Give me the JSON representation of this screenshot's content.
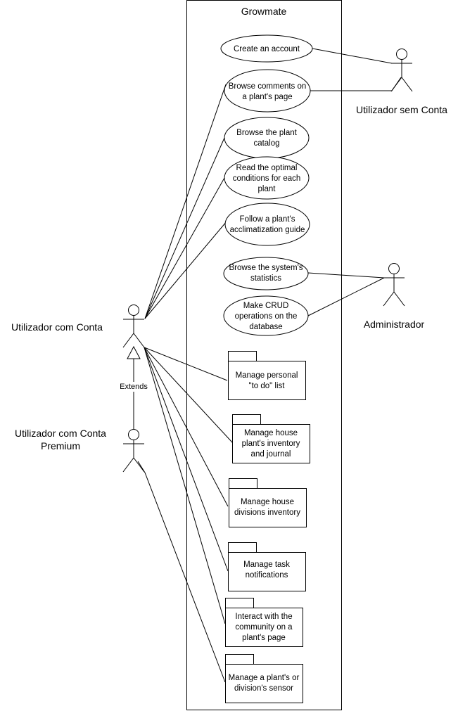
{
  "system": {
    "title": "Growmate"
  },
  "actors": {
    "sem_conta": {
      "label": "Utilizador sem Conta"
    },
    "com_conta": {
      "label": "Utilizador com Conta"
    },
    "premium": {
      "label_line1": "Utilizador com Conta",
      "label_line2": "Premium"
    },
    "admin": {
      "label": "Administrador"
    }
  },
  "relations": {
    "extends_label": "Extends"
  },
  "use_cases": [
    {
      "lines": [
        "Create an account"
      ]
    },
    {
      "lines": [
        "Browse comments on",
        "a plant's page"
      ]
    },
    {
      "lines": [
        "Browse the plant",
        "catalog"
      ]
    },
    {
      "lines": [
        "Read the optimal",
        "conditions for each",
        "plant"
      ]
    },
    {
      "lines": [
        "Follow a plant's",
        "acclimatization guide"
      ]
    },
    {
      "lines": [
        "Browse the system's",
        "statistics"
      ]
    },
    {
      "lines": [
        "Make CRUD",
        "operations on the",
        "database"
      ]
    }
  ],
  "packages": [
    {
      "lines": [
        "Manage personal",
        "\"to do\" list"
      ]
    },
    {
      "lines": [
        "Manage house",
        "plant's inventory",
        "and journal"
      ]
    },
    {
      "lines": [
        "Manage house",
        "divisions inventory"
      ]
    },
    {
      "lines": [
        "Manage task",
        "notifications"
      ]
    },
    {
      "lines": [
        "Interact with the",
        "community on a",
        "plant's page"
      ]
    },
    {
      "lines": [
        "Manage a plant's or",
        "division's sensor"
      ]
    }
  ]
}
